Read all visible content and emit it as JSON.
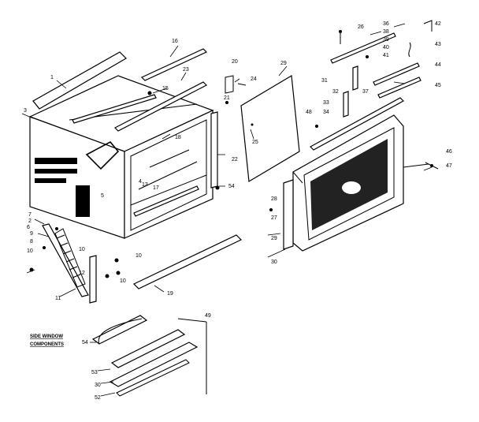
{
  "title": "",
  "colors": {
    "ink": "#000000",
    "paper": "#ffffff"
  },
  "inset": {
    "caption_line1": "SIDE WINDOW",
    "caption_line2": "COMPONENTS"
  },
  "labels": {
    "p1": "1",
    "p2": "2",
    "p3": "3",
    "p4": "4",
    "p5": "5",
    "p6": "6",
    "p7": "7",
    "p8": "8",
    "p9": "9",
    "p10": "10",
    "p11": "11",
    "p12": "12",
    "p13": "13",
    "p15": "15",
    "p16": "16",
    "p17": "17",
    "p18": "18",
    "p19": "19",
    "p20": "20",
    "p21": "21",
    "p22": "22",
    "p23": "23",
    "p24": "24",
    "p25": "25",
    "p26": "26",
    "p27": "27",
    "p28": "28",
    "p29": "29",
    "p30": "30",
    "p31": "31",
    "p32": "32",
    "p33": "33",
    "p34": "34",
    "p36": "36",
    "p37": "37",
    "p38": "38",
    "p39": "39",
    "p40": "40",
    "p41": "41",
    "p42": "42",
    "p43": "43",
    "p44": "44",
    "p45": "45",
    "p46": "46",
    "p47": "47",
    "p48": "48",
    "p49": "49",
    "p52": "52",
    "p53": "53",
    "p54": "54"
  }
}
